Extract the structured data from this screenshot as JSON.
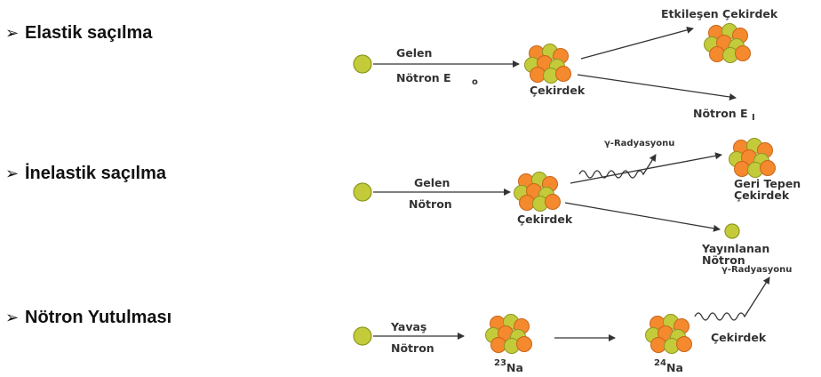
{
  "bullets": {
    "marker": "➢",
    "elastic": "Elastik saçılma",
    "inelastic": "İnelastik saçılma",
    "absorption": "Nötron Yutulması"
  },
  "elastic": {
    "incoming_top": "Gelen",
    "incoming_bottom": "Nötron E",
    "incoming_sub": "o",
    "nucleus": "Çekirdek",
    "recoil": "Etkileşen Çekirdek",
    "outgoing": "Nötron E",
    "outgoing_sub": "I"
  },
  "inelastic": {
    "incoming_top": "Gelen",
    "incoming_bottom": "Nötron",
    "nucleus": "Çekirdek",
    "gamma": "γ-Radyasyonu",
    "recoil_1": "Geri Tepen",
    "recoil_2": "Çekirdek",
    "emitted_1": "Yayınlanan",
    "emitted_2": "Nötron"
  },
  "capture": {
    "incoming_top": "Yavaş",
    "incoming_bottom": "Nötron",
    "left_mass": "23",
    "left_element": "Na",
    "right_mass": "24",
    "right_element": "Na",
    "nucleus": "Çekirdek",
    "gamma": "γ-Radyasyonu"
  },
  "colors": {
    "proton": "#f4892e",
    "neutron": "#c3cb3a",
    "line": "#333333"
  }
}
